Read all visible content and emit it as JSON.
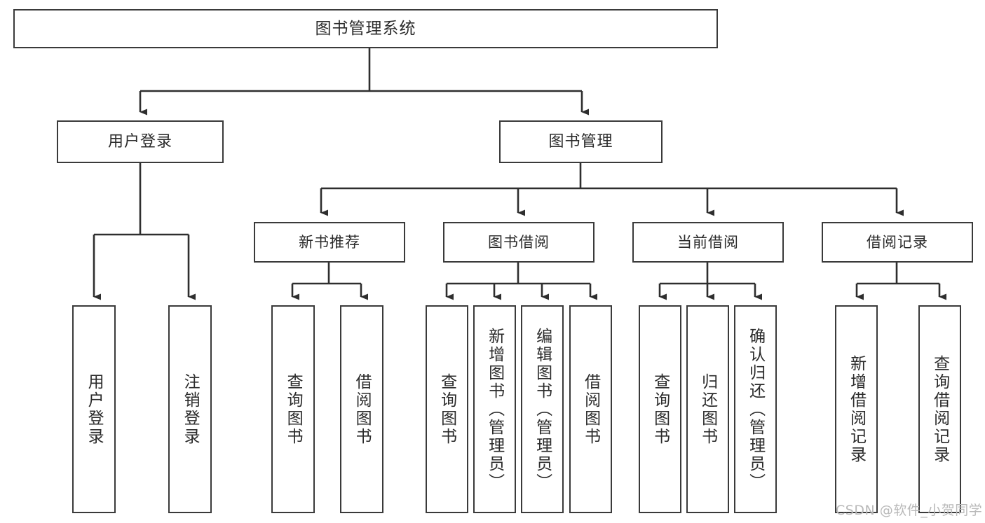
{
  "diagram": {
    "title": "图书管理系统",
    "type": "hierarchy-tree",
    "watermark": "CSDN @软件_小贺同学",
    "colors": {
      "background": "#ffffff",
      "box_border": "#3a3a3a",
      "text": "#2b2b2b",
      "connector": "#2e2e2e",
      "watermark": "#b9b9b9"
    },
    "nodes": {
      "root": {
        "label": "图书管理系统",
        "level": 1
      },
      "user_login": {
        "label": "用户登录",
        "level": 2
      },
      "book_manage": {
        "label": "图书管理",
        "level": 2
      },
      "new_book_rec": {
        "label": "新书推荐",
        "level": 3
      },
      "book_borrow": {
        "label": "图书借阅",
        "level": 3
      },
      "current_borrow": {
        "label": "当前借阅",
        "level": 3
      },
      "borrow_record": {
        "label": "借阅记录",
        "level": 3
      },
      "leaf_user_login": {
        "label": "用户登录",
        "level": 4
      },
      "leaf_logout": {
        "label": "注销登录",
        "level": 4
      },
      "leaf_query_book_1": {
        "label": "查询图书",
        "level": 4
      },
      "leaf_borrow_book_1": {
        "label": "借阅图书",
        "level": 4
      },
      "leaf_query_book_2": {
        "label": "查询图书",
        "level": 4
      },
      "leaf_add_book": {
        "label": "新增图书（管理员）",
        "level": 4
      },
      "leaf_edit_book": {
        "label": "编辑图书（管理员）",
        "level": 4
      },
      "leaf_borrow_book_2": {
        "label": "借阅图书",
        "level": 4
      },
      "leaf_query_book_3": {
        "label": "查询图书",
        "level": 4
      },
      "leaf_return_book": {
        "label": "归还图书",
        "level": 4
      },
      "leaf_confirm_return": {
        "label": "确认归还（管理员）",
        "level": 4
      },
      "leaf_add_record": {
        "label": "新增借阅记录",
        "level": 4
      },
      "leaf_query_record": {
        "label": "查询借阅记录",
        "level": 4
      }
    }
  }
}
